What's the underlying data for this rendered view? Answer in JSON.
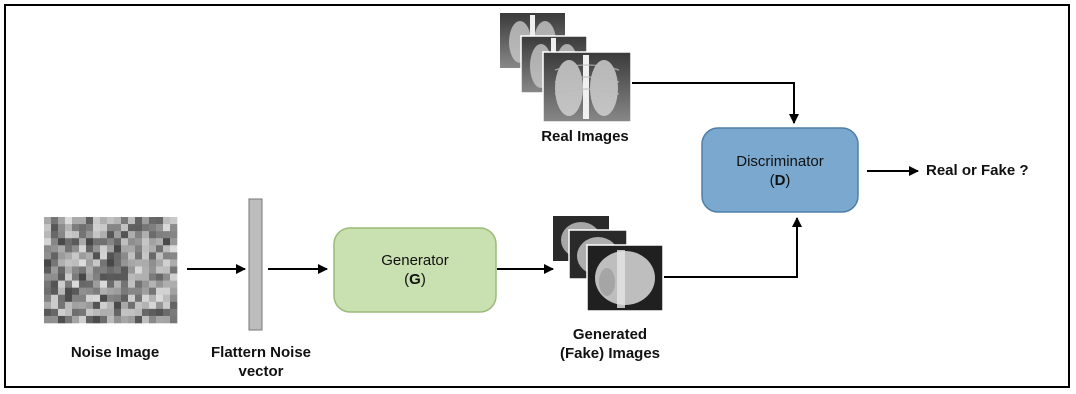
{
  "generator": {
    "line1": "Generator",
    "open": "(",
    "letter": "G",
    "close": ")"
  },
  "discriminator": {
    "line1": "Discriminator",
    "open": "(",
    "letter": "D",
    "close": ")"
  },
  "captions": {
    "noise_image": "Noise Image",
    "flatten_line1": "Flattern Noise",
    "flatten_line2": "vector",
    "generated_line1": "Generated",
    "generated_line2": "(Fake) Images",
    "real_images": "Real Images",
    "output": "Real or Fake ?"
  },
  "colors": {
    "generator_fill": "#c9e0b0",
    "generator_stroke": "#9bbb7a",
    "discriminator_fill": "#7aa8cf",
    "discriminator_stroke": "#4f7fa8",
    "vector_fill": "#bdbdbd"
  }
}
